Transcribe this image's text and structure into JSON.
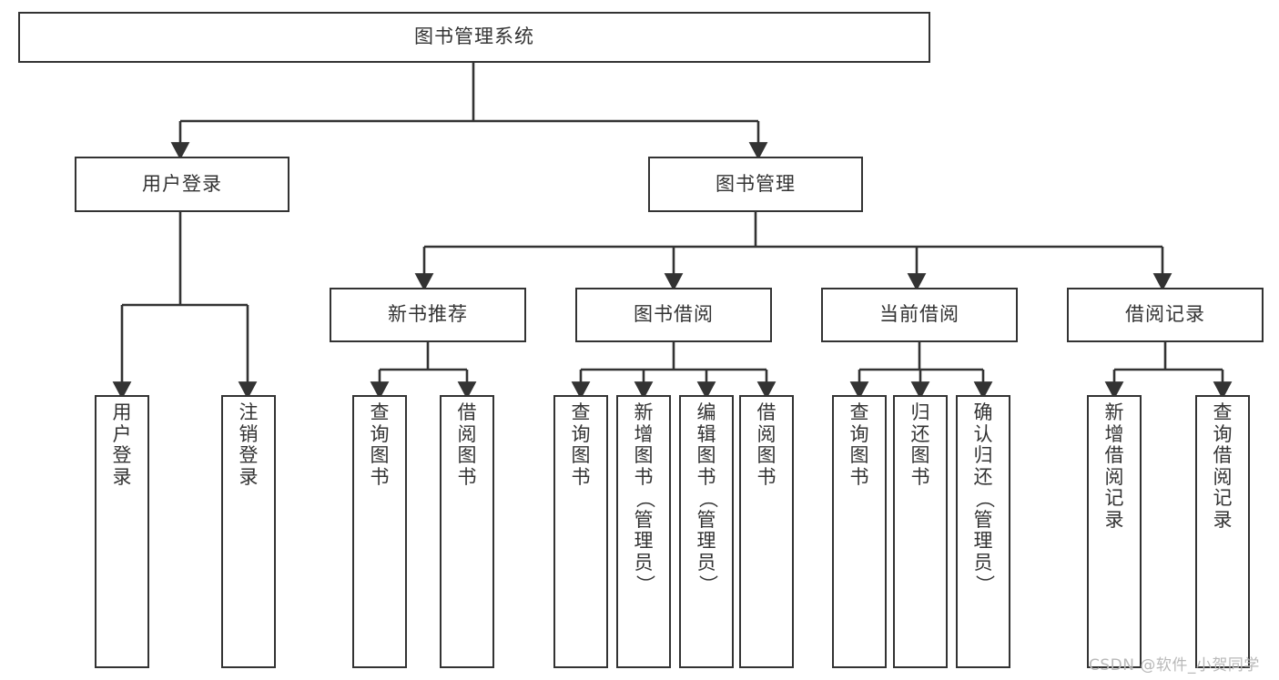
{
  "diagram": {
    "type": "tree-hierarchy-functional-decomposition",
    "title_node": {
      "id": "root",
      "label": "图书管理系统"
    },
    "level2": [
      {
        "id": "login",
        "label": "用户登录"
      },
      {
        "id": "bookmgmt",
        "label": "图书管理"
      }
    ],
    "level3": [
      {
        "id": "newbook",
        "label": "新书推荐",
        "parent": "bookmgmt"
      },
      {
        "id": "borrow",
        "label": "图书借阅",
        "parent": "bookmgmt"
      },
      {
        "id": "current",
        "label": "当前借阅",
        "parent": "bookmgmt"
      },
      {
        "id": "record",
        "label": "借阅记录",
        "parent": "bookmgmt"
      }
    ],
    "leaves": [
      {
        "id": "leaf-user-login",
        "parent": "login",
        "label": "用户登录"
      },
      {
        "id": "leaf-user-logout",
        "parent": "login",
        "label": "注销登录"
      },
      {
        "id": "leaf-nb-query",
        "parent": "newbook",
        "label": "查询图书"
      },
      {
        "id": "leaf-nb-borrow",
        "parent": "newbook",
        "label": "借阅图书"
      },
      {
        "id": "leaf-bo-query",
        "parent": "borrow",
        "label": "查询图书"
      },
      {
        "id": "leaf-bo-add",
        "parent": "borrow",
        "label": "新增图书（管理员）"
      },
      {
        "id": "leaf-bo-edit",
        "parent": "borrow",
        "label": "编辑图书（管理员）"
      },
      {
        "id": "leaf-bo-borrow",
        "parent": "borrow",
        "label": "借阅图书"
      },
      {
        "id": "leaf-cu-query",
        "parent": "current",
        "label": "查询图书"
      },
      {
        "id": "leaf-cu-return",
        "parent": "current",
        "label": "归还图书"
      },
      {
        "id": "leaf-cu-confirm",
        "parent": "current",
        "label": "确认归还（管理员）"
      },
      {
        "id": "leaf-rc-add",
        "parent": "record",
        "label": "新增借阅记录"
      },
      {
        "id": "leaf-rc-query",
        "parent": "record",
        "label": "查询借阅记录"
      }
    ],
    "colors": {
      "stroke": "#333333",
      "text": "#333333",
      "background": "#ffffff",
      "watermark": "#b9b9b9"
    }
  },
  "watermark": {
    "text": "CSDN @软件_小贺同学"
  }
}
